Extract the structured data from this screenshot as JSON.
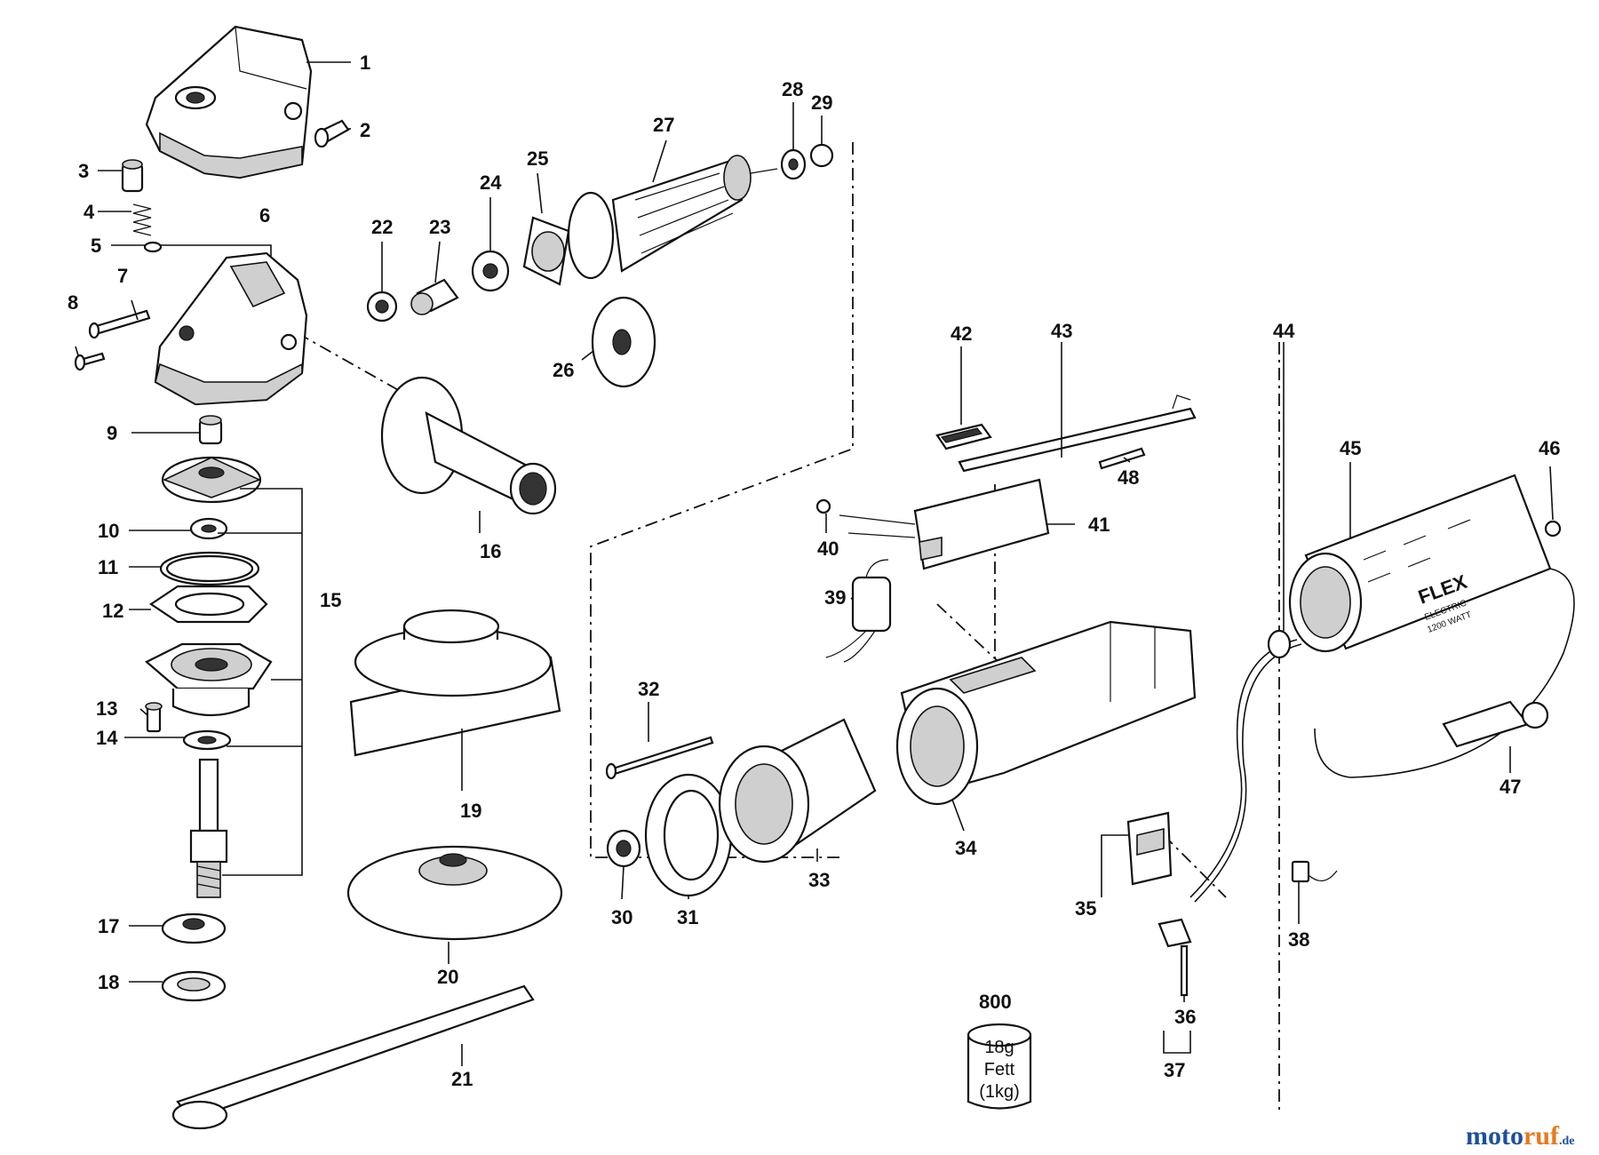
{
  "labels": [
    "1",
    "2",
    "3",
    "4",
    "5",
    "6",
    "7",
    "8",
    "9",
    "10",
    "11",
    "12",
    "13",
    "14",
    "15",
    "16",
    "17",
    "18",
    "19",
    "20",
    "21",
    "22",
    "23",
    "24",
    "25",
    "26",
    "27",
    "28",
    "29",
    "30",
    "31",
    "32",
    "33",
    "34",
    "35",
    "36",
    "37",
    "38",
    "39",
    "40",
    "41",
    "42",
    "43",
    "44",
    "45",
    "46",
    "47",
    "48",
    "800"
  ],
  "grease_pot": {
    "weight": "18g",
    "name": "Fett",
    "qty": "(1kg)"
  },
  "motor_cover_text": {
    "brand": "FLEX",
    "line1": "ELECTRIC",
    "line2": "1200 WATT"
  },
  "watermark": {
    "part1": "moto",
    "part2": "ruf",
    "suffix": ".de"
  },
  "colors": {
    "line": "#111111",
    "shade": "#cfcfcf",
    "logo_blue": "#1d4f9b",
    "logo_orange": "#e8791d"
  }
}
